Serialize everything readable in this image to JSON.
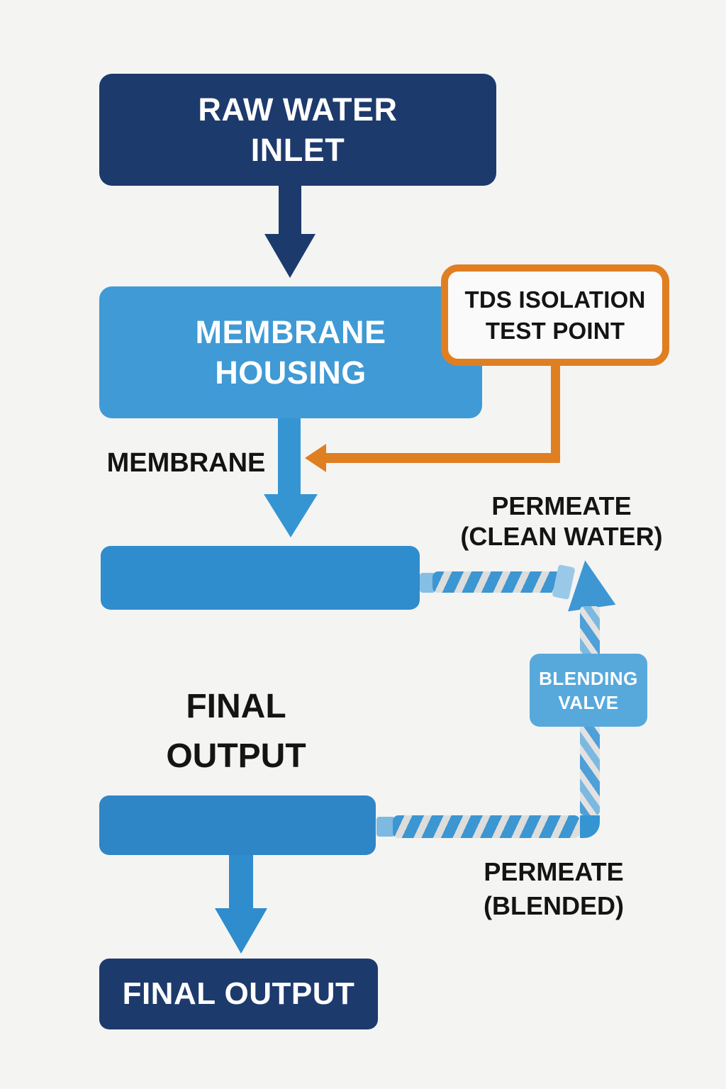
{
  "diagram": {
    "raw_water_inlet": {
      "line1": "RAW WATER",
      "line2": "INLET"
    },
    "membrane_housing": {
      "line1": "MEMBRANE",
      "line2": "HOUSING"
    },
    "tds_test_point": {
      "line1": "TDS ISOLATION",
      "line2": "TEST POINT"
    },
    "membrane_label": "MEMBRANE",
    "permeate_clean": {
      "line1": "PERMEATE",
      "line2": "(CLEAN WATER)"
    },
    "final_output_heading": {
      "line1": "FINAL",
      "line2": "OUTPUT"
    },
    "blending_valve": {
      "line1": "BLENDING",
      "line2": "VALVE"
    },
    "permeate_blended": {
      "line1": "PERMEATE",
      "line2": "(BLENDED)"
    },
    "final_output_box": "FINAL OUTPUT"
  },
  "colors": {
    "background": "#f4f4f3",
    "navy": "#1d3a6d",
    "blue": "#3f9ad5",
    "blue_deep": "#2f8ccd",
    "blue_box2": "#2e86c6",
    "valve_blue": "#57a9dc",
    "orange": "#e07e22",
    "stripe_blue": "#3c96d2",
    "stripe_gray": "#dddddb",
    "light_blue": "#8fc3e6",
    "text_black": "#141414"
  }
}
